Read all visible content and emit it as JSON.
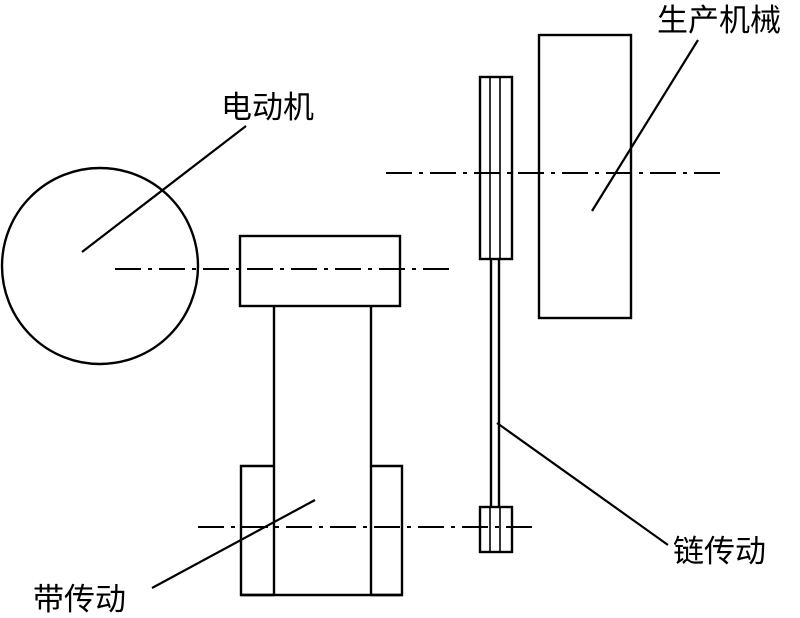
{
  "labels": {
    "motor": "电动机",
    "production_machine": "生产机械",
    "chain_drive": "链传动",
    "belt_drive": "带传动"
  }
}
